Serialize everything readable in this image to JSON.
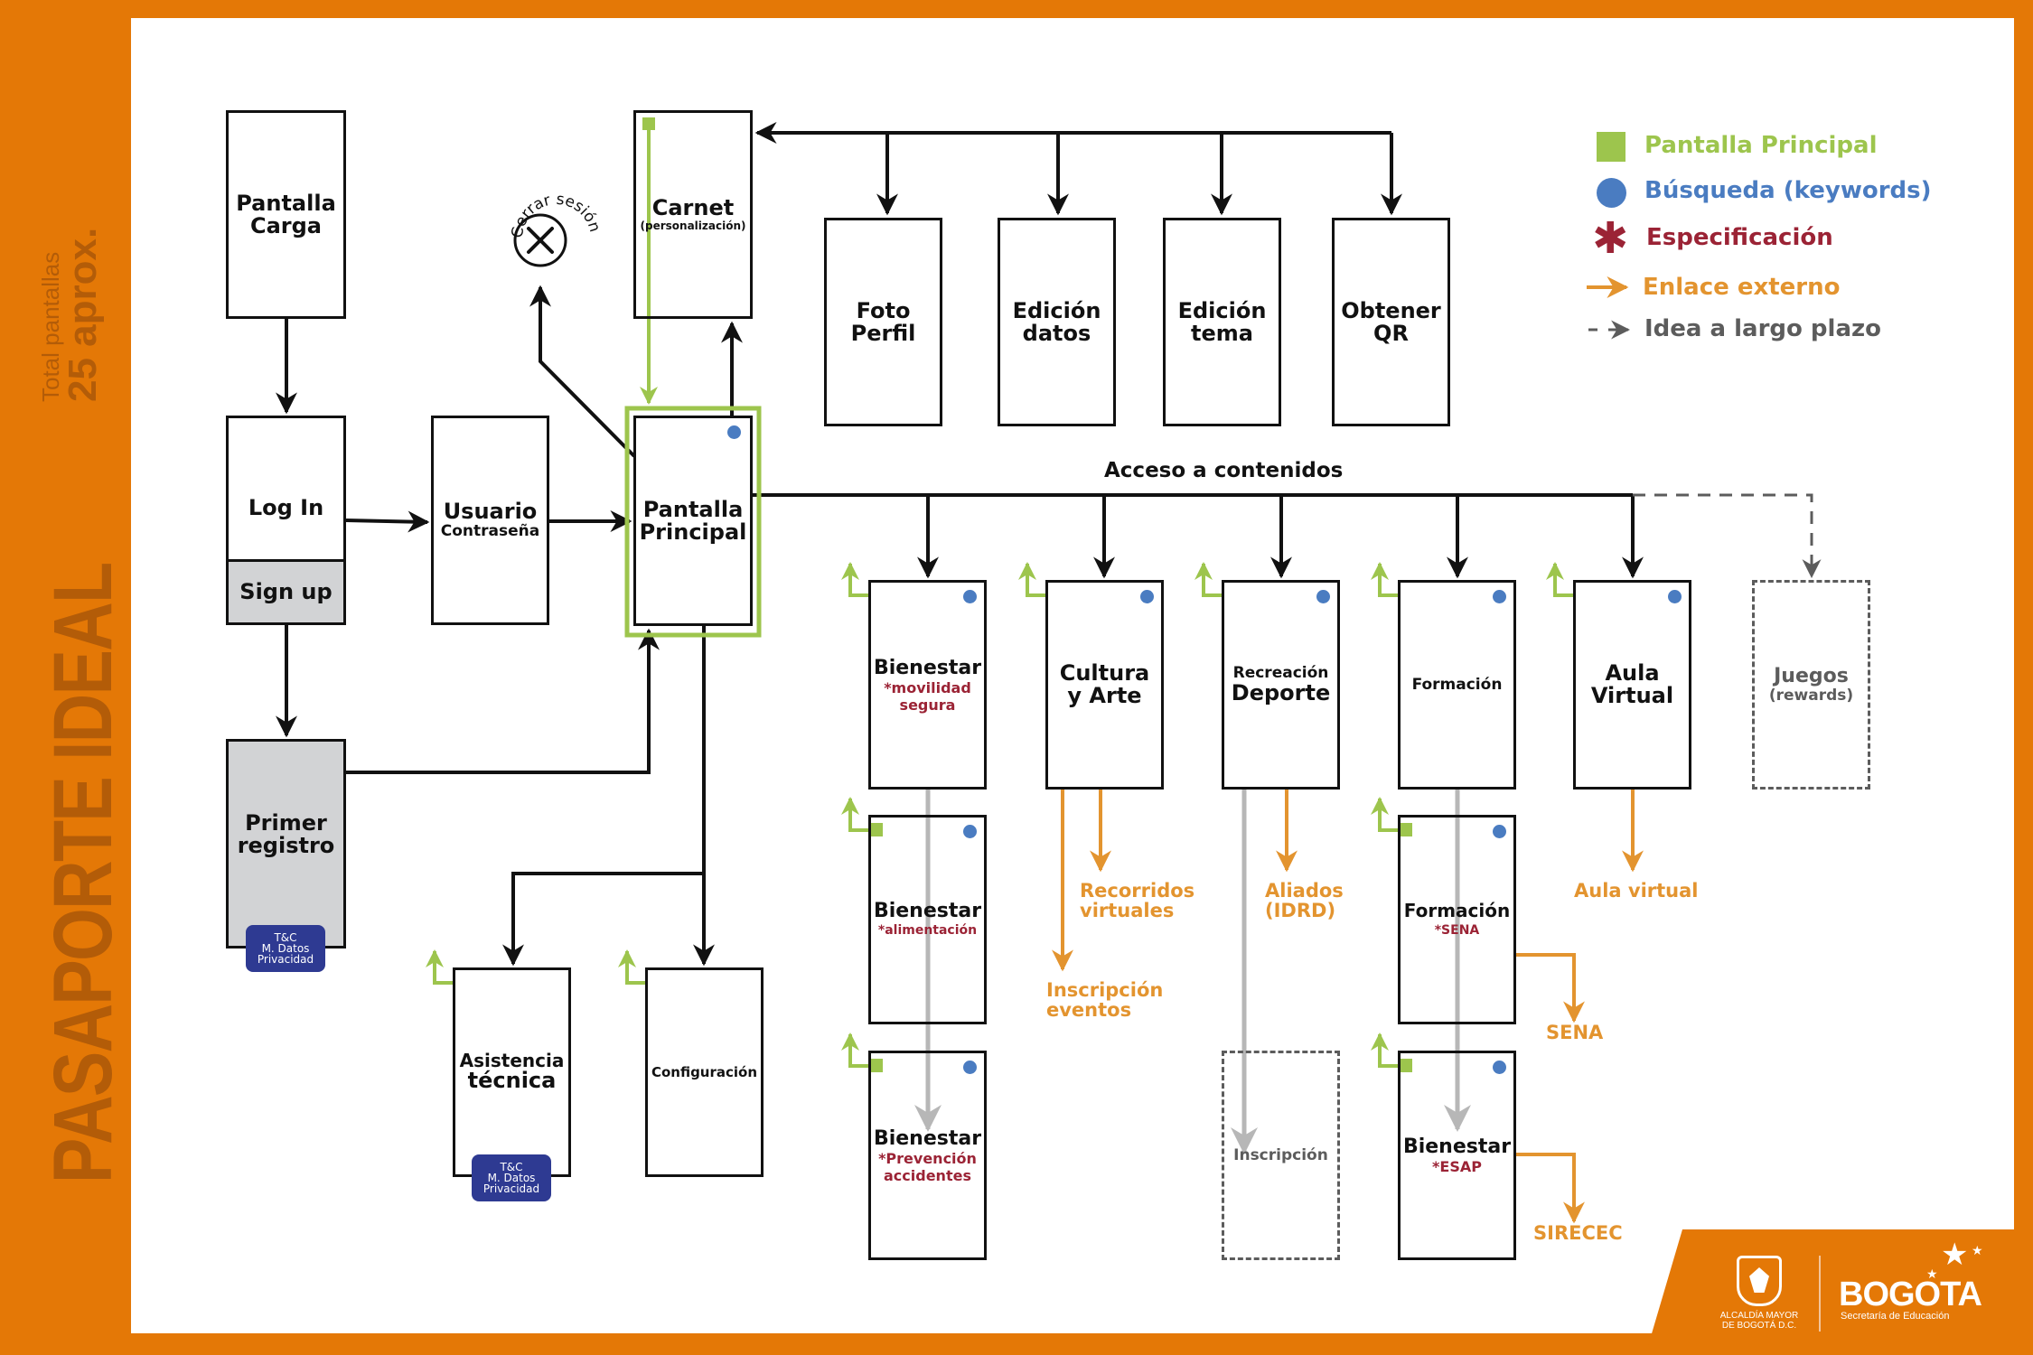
{
  "title": "PASAPORTE IDEAL",
  "subtitle": {
    "line1": "Total pantallas",
    "line2": "25 aprox."
  },
  "legend": [
    {
      "icon": "green-square-icon",
      "label": "Pantalla Principal",
      "color": "#9dc54d"
    },
    {
      "icon": "blue-dot-icon",
      "label": "Búsqueda (keywords)",
      "color": "#4a7cc1"
    },
    {
      "icon": "asterisk-icon",
      "label": "Especificación",
      "color": "#9b2335",
      "glyph": "✱"
    },
    {
      "icon": "arrow-right-icon",
      "label": "Enlace externo",
      "color": "#e3942f"
    },
    {
      "icon": "dashed-arrow-icon",
      "label": "Idea a largo plazo",
      "color": "#5c5c5c"
    }
  ],
  "screens": {
    "pantalla_carga": {
      "title": "Pantalla\nCarga"
    },
    "login": {
      "title": "Log In",
      "signup": "Sign up"
    },
    "usuario": {
      "title": "Usuario",
      "sub": "Contraseña"
    },
    "principal": {
      "title": "Pantalla\nPrincipal"
    },
    "carnet": {
      "title": "Carnet",
      "sub": "(personalización)"
    },
    "cerrar_sesion": {
      "label": "Cerrar sesión"
    },
    "primer_registro": {
      "title": "Primer\nregistro"
    },
    "asistencia": {
      "title": "Asistencia",
      "title2": "técnica"
    },
    "configuracion": {
      "title": "Configuración"
    },
    "carnet_children": [
      {
        "title": "Foto\nPerfil"
      },
      {
        "title": "Edición\ndatos"
      },
      {
        "title": "Edición\ntema"
      },
      {
        "title": "Obtener\nQR"
      }
    ],
    "badge": {
      "line1": "T&C",
      "line2": "M. Datos",
      "line3": "Privacidad"
    }
  },
  "contents": {
    "label": "Acceso a contenidos",
    "bienestar_movilidad": {
      "title": "Bienestar",
      "spec": "*movilidad\nsegura"
    },
    "bienestar_alimentacion": {
      "title": "Bienestar",
      "spec": "*alimentación"
    },
    "bienestar_prevencion": {
      "title": "Bienestar",
      "spec": "*Prevención\naccidentes"
    },
    "cultura": {
      "title": "Cultura\ny Arte"
    },
    "recreacion": {
      "title_small": "Recreación",
      "title": "Deporte"
    },
    "inscripcion": {
      "title": "Inscripción"
    },
    "formacion": {
      "title": "Formación"
    },
    "formacion_sena": {
      "title": "Formación",
      "spec": "*SENA"
    },
    "bienestar_esap": {
      "title": "Bienestar",
      "spec": "*ESAP"
    },
    "aula": {
      "title": "Aula\nVirtual"
    },
    "juegos": {
      "title": "Juegos",
      "sub": "(rewards)"
    }
  },
  "external_links": {
    "recorridos": "Recorridos\nvirtuales",
    "inscripcion_eventos": "Inscripción\neventos",
    "aliados": "Aliados\n(IDRD)",
    "aula_virtual": "Aula virtual",
    "sena": "SENA",
    "sirecec": "SIRECEC"
  },
  "footer": {
    "alcaldia": "ALCALDÍA MAYOR\nDE BOGOTÁ D.C.",
    "brand": "BOGOTA",
    "secretaria": "Secretaría de Educación"
  },
  "colors": {
    "frame": "#e47806",
    "green": "#9dc54d",
    "blue": "#4a7cc1",
    "spec": "#9b2335",
    "external": "#e3942f",
    "grey_arrow": "#b7b7b7",
    "badge": "#2e3a92"
  }
}
